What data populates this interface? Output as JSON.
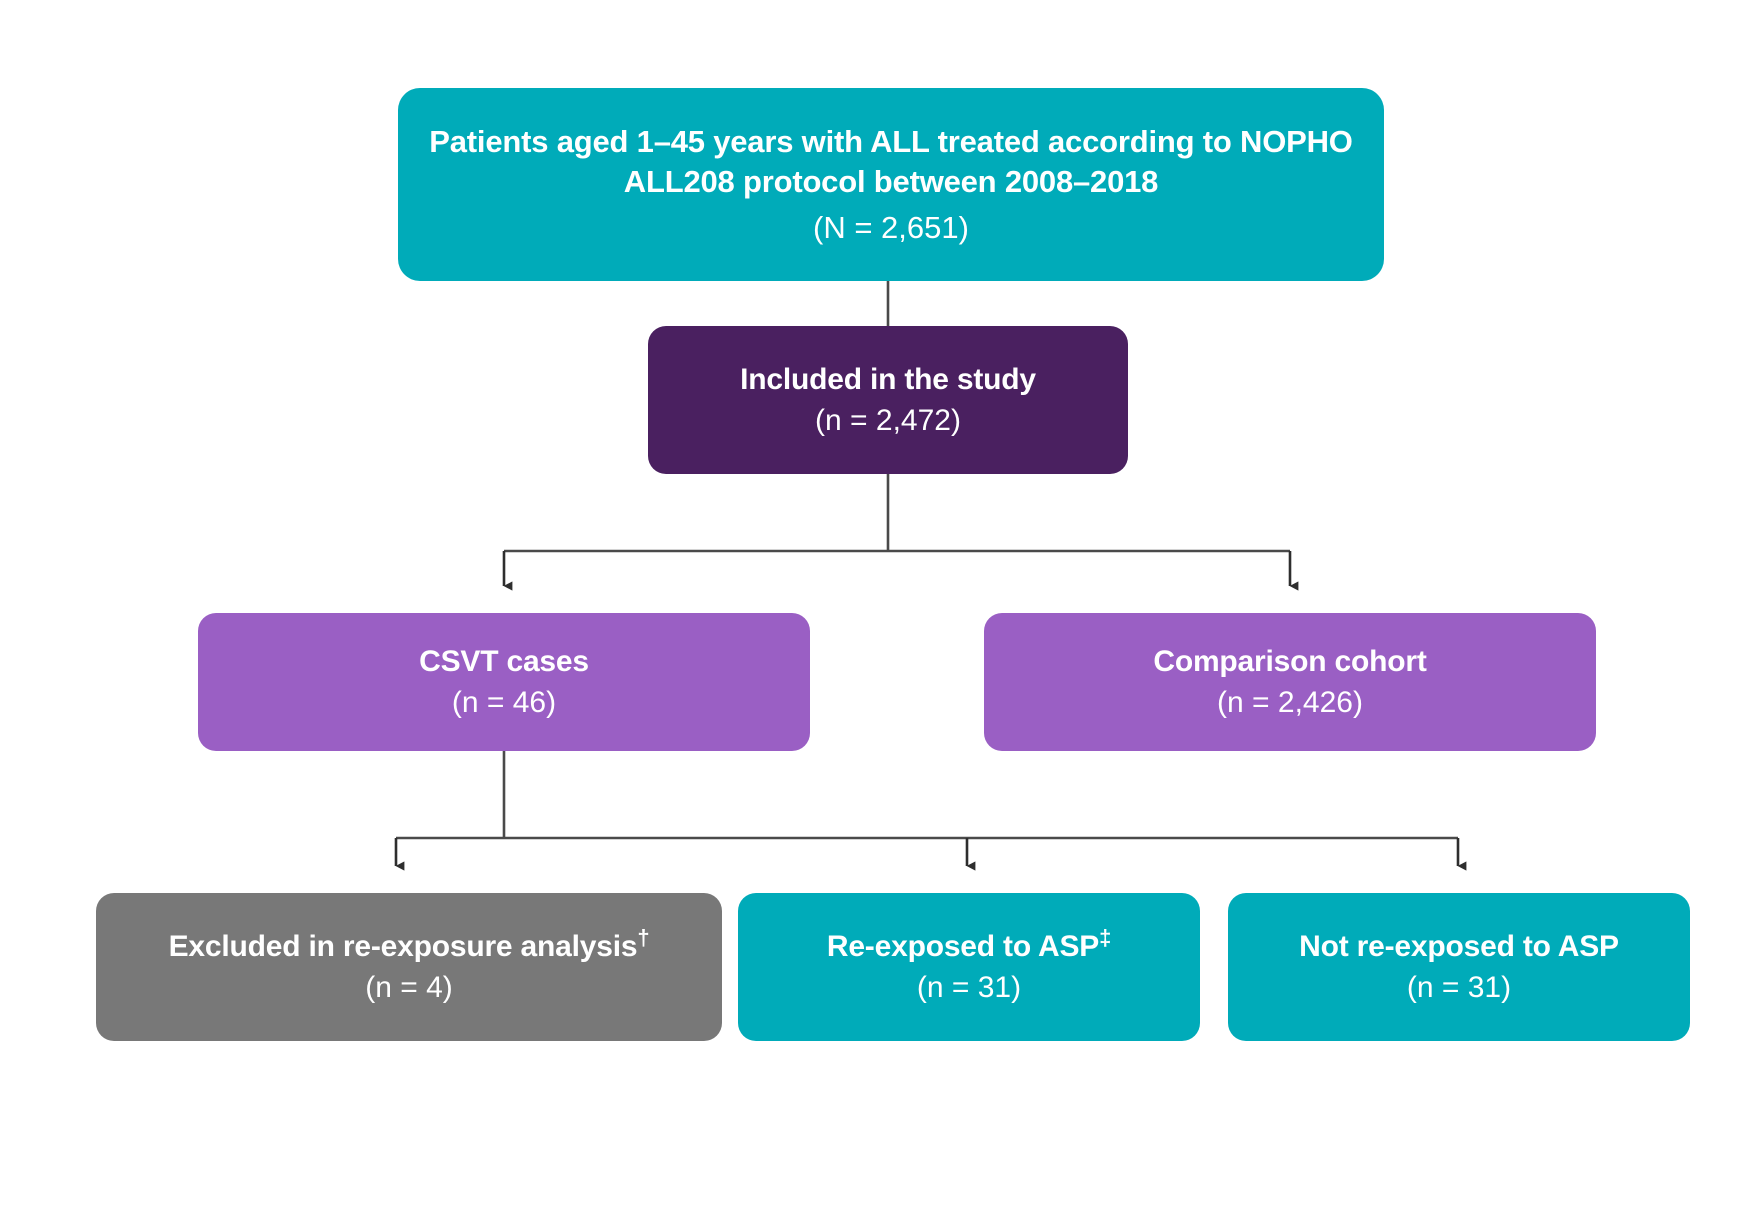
{
  "diagram": {
    "type": "flowchart",
    "orientation": "top-down",
    "background": "#ffffff",
    "colors": {
      "teal": "#00ABB9",
      "dark_purple": "#4A2060",
      "light_purple": "#9A5FC4",
      "gray": "#787878",
      "connector": "#3a3a3a",
      "text": "#ffffff"
    }
  },
  "nodes": {
    "screened": {
      "title": "Patients aged 1–45 years with ALL treated according to NOPHO ALL208 protocol between 2008–2018",
      "count": "(N = 2,651)",
      "color": "#00ABB9"
    },
    "included": {
      "title": "Included in the study",
      "count": "(n = 2,472)",
      "color": "#4A2060"
    },
    "csvt": {
      "title": "CSVT cases",
      "count": "(n = 46)",
      "color": "#9A5FC4"
    },
    "comparison": {
      "title": "Comparison cohort",
      "count": "(n = 2,426)",
      "color": "#9A5FC4"
    },
    "excluded": {
      "title": "Excluded in re-exposure analysis",
      "title_marker": "†",
      "count": "(n = 4)",
      "color": "#787878"
    },
    "reexposed": {
      "title": "Re-exposed to ASP",
      "title_marker": "‡",
      "count": "(n = 31)",
      "color": "#00ABB9"
    },
    "not_reexposed": {
      "title": "Not re-exposed to ASP",
      "title_marker": "",
      "count": "(n = 31)",
      "color": "#00ABB9"
    }
  },
  "edges": [
    {
      "from": "screened",
      "to": "included",
      "style": "plain-line"
    },
    {
      "from": "included",
      "to": "csvt",
      "style": "elbow-arrow"
    },
    {
      "from": "included",
      "to": "comparison",
      "style": "elbow-arrow"
    },
    {
      "from": "csvt",
      "to": "excluded",
      "style": "elbow-arrow"
    },
    {
      "from": "csvt",
      "to": "reexposed",
      "style": "elbow-arrow"
    },
    {
      "from": "csvt",
      "to": "not_reexposed",
      "style": "elbow-arrow"
    }
  ]
}
